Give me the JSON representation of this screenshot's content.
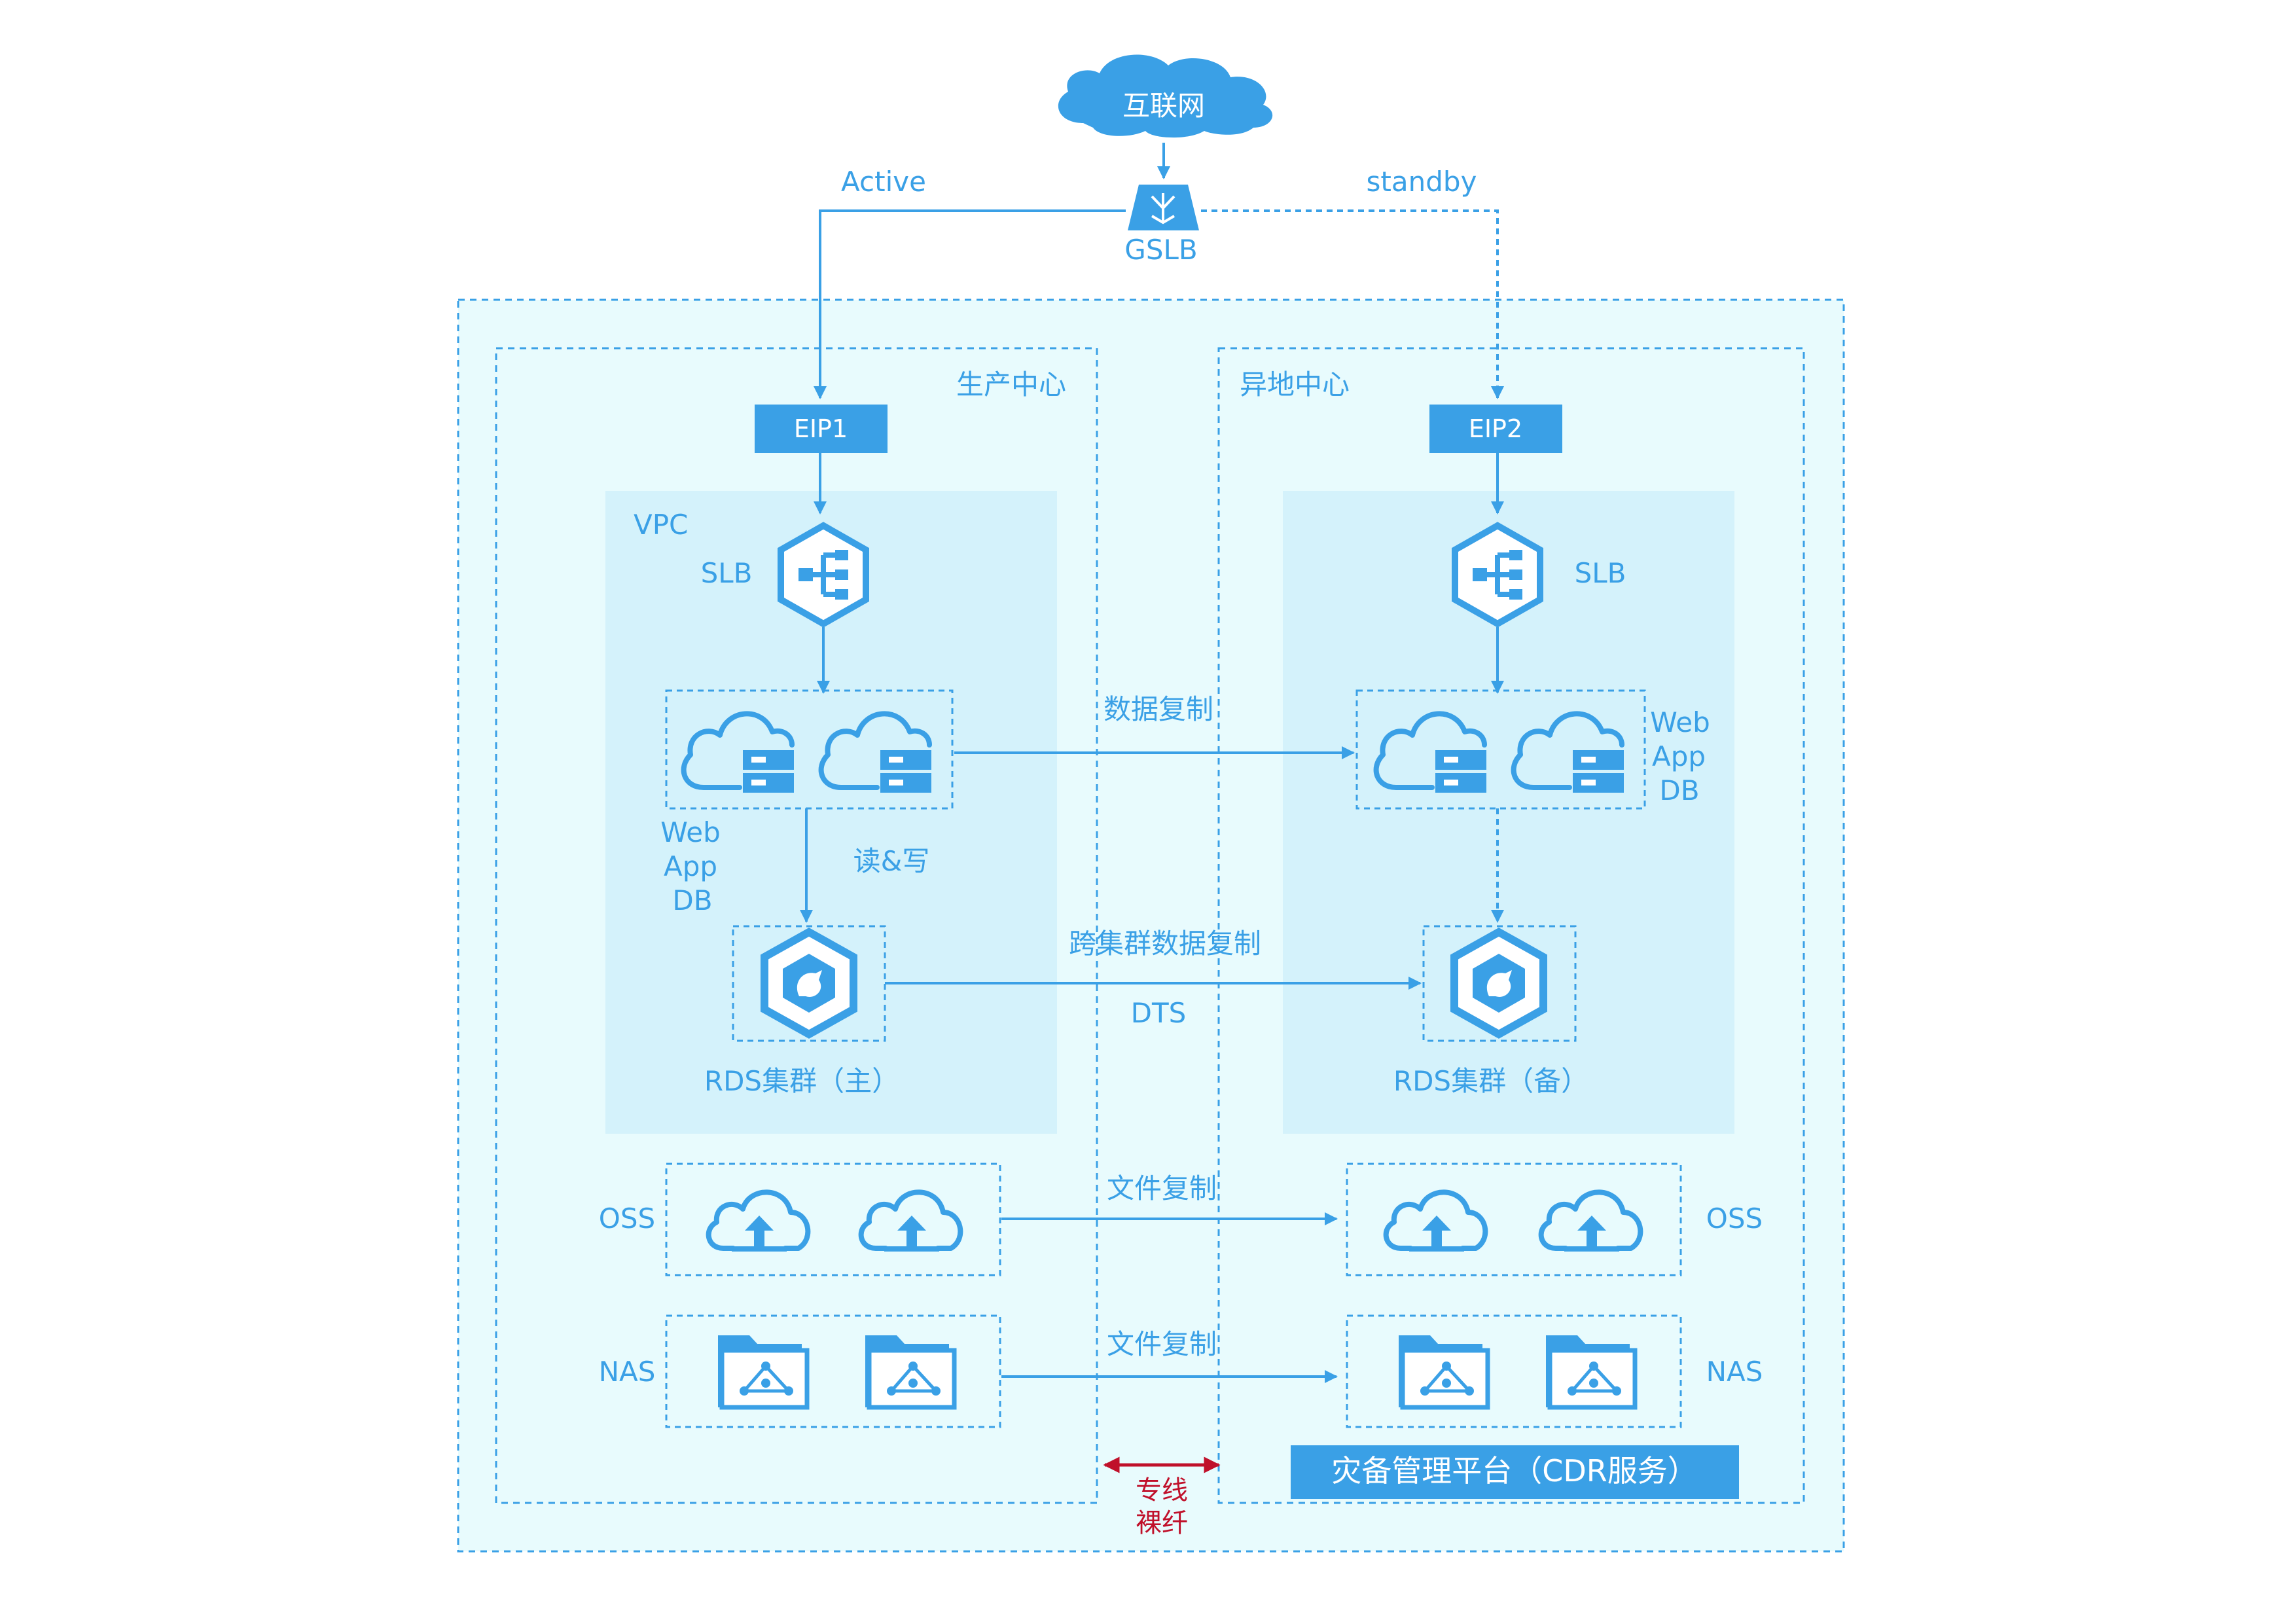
{
  "internet": "互联网",
  "gslb": "GSLB",
  "active": "Active",
  "standby": "standby",
  "prod_center": "生产中心",
  "remote_center": "异地中心",
  "eip1": "EIP1",
  "eip2": "EIP2",
  "vpc": "VPC",
  "slb_left": "SLB",
  "slb_right": "SLB",
  "data_replication": "数据复制",
  "web_left": "Web",
  "app_left": "App",
  "db_left": "DB",
  "web_right": "Web",
  "app_right": "App",
  "db_right": "DB",
  "read_write": "读&写",
  "cross_cluster_replication": "跨集群数据复制",
  "dts": "DTS",
  "rds_primary": "RDS集群（主）",
  "rds_backup": "RDS集群（备）",
  "oss_left": "OSS",
  "oss_right": "OSS",
  "file_replication_oss": "文件复制",
  "nas_left": "NAS",
  "nas_right": "NAS",
  "file_replication_nas": "文件复制",
  "dedicated_line_1": "专线",
  "dedicated_line_2": "裸纤",
  "cdr_platform": "灾备管理平台（CDR服务）",
  "colors": {
    "accent": "#3aa0e6",
    "outer_fill": "#e8fbfd",
    "vpc_fill": "#d4f2fb",
    "red": "#c0102a"
  },
  "icons": {
    "cloud": "cloud-icon",
    "gslb": "gslb-icon",
    "slb": "slb-icon",
    "server": "cloud-server-icon",
    "rds": "rds-icon",
    "oss": "oss-upload-icon",
    "nas": "nas-folder-icon"
  }
}
